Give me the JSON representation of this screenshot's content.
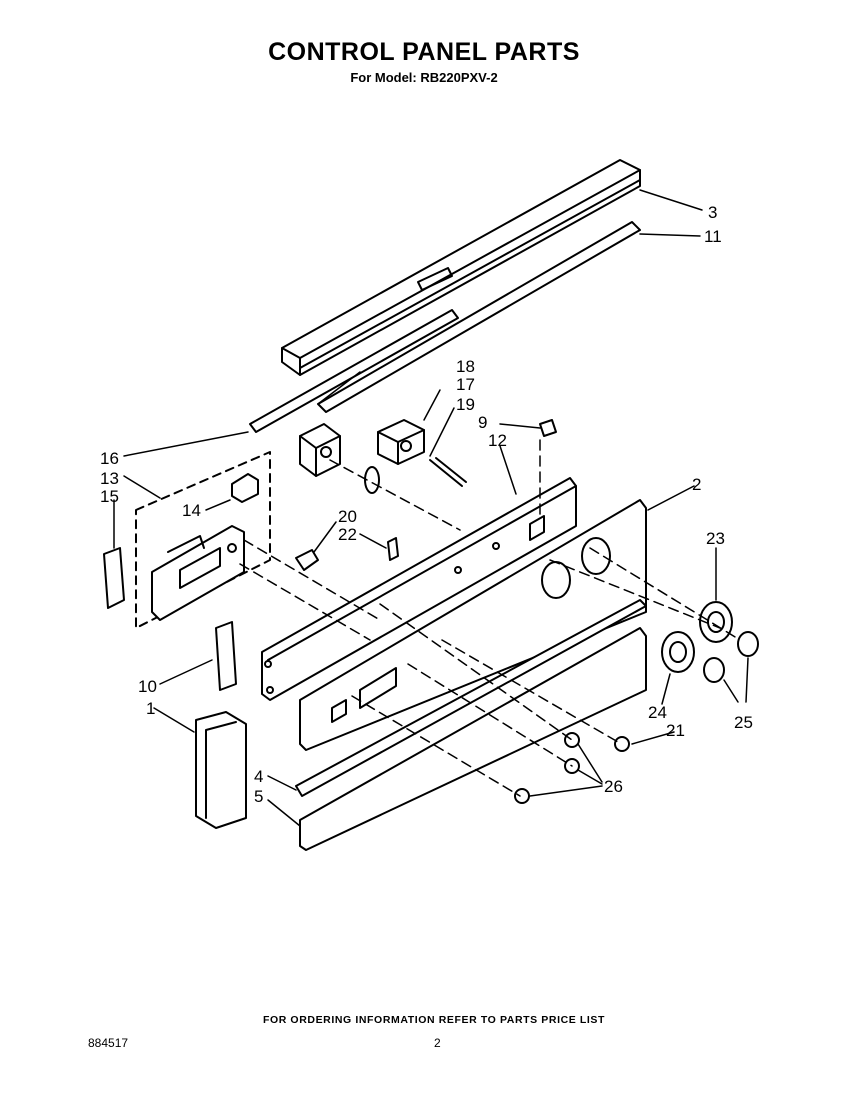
{
  "title": "CONTROL PANEL PARTS",
  "subtitle": "For Model: RB220PXV-2",
  "footer_note": "FOR ORDERING INFORMATION REFER TO PARTS PRICE LIST",
  "document_number": "884517",
  "page_number": "2",
  "callouts": [
    "3",
    "11",
    "18",
    "17",
    "19",
    "9",
    "12",
    "16",
    "13",
    "15",
    "14",
    "2",
    "23",
    "20",
    "22",
    "10",
    "1",
    "24",
    "21",
    "25",
    "4",
    "5",
    "26"
  ]
}
